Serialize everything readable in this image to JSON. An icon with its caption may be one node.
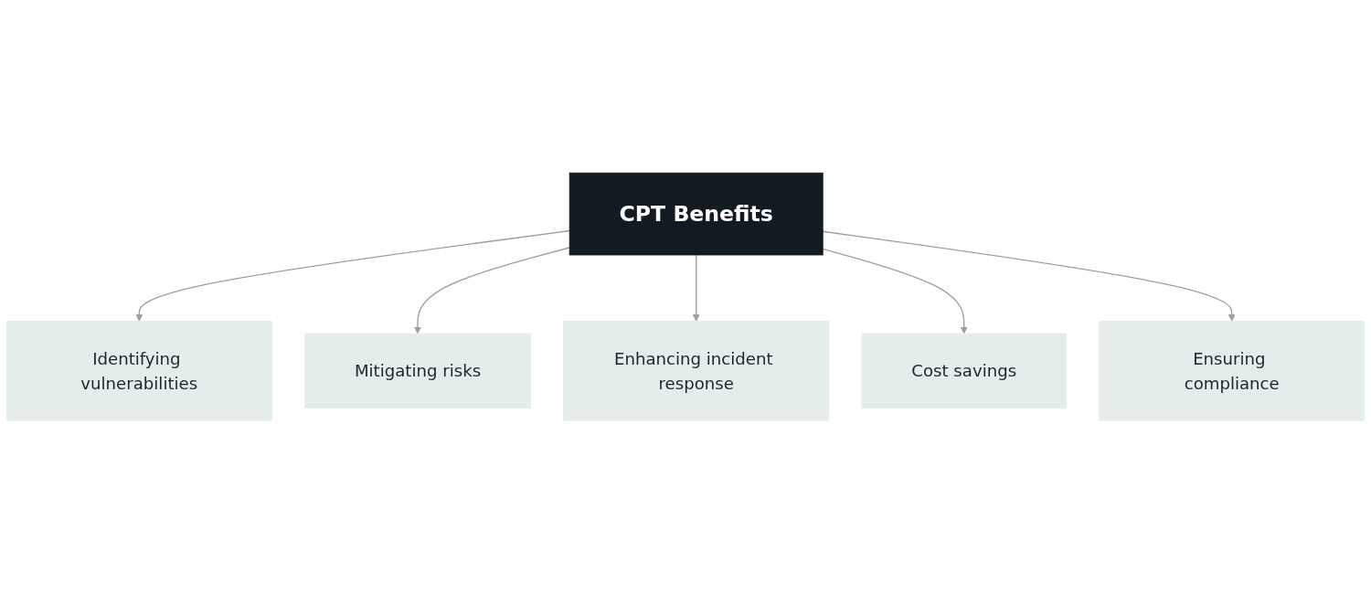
{
  "diagram": {
    "nodes": [
      {
        "text": [
          "CPT Benefits"
        ]
      },
      {
        "text": [
          "Identifying vulnerabilities"
        ]
      },
      {
        "text": [
          "Enhancing incident response"
        ]
      },
      {
        "text": [
          "Ensuring compliance"
        ]
      },
      {
        "text": [
          "Mitigating risks"
        ]
      },
      {
        "text": [
          "Cost savings"
        ]
      }
    ],
    "edges": [
      {
        "from": 0,
        "to": 1,
        "arrow": "to"
      },
      {
        "from": 0,
        "to": 4,
        "arrow": "to"
      },
      {
        "from": 0,
        "to": 2,
        "arrow": "to"
      },
      {
        "from": 0,
        "to": 5,
        "arrow": "to"
      },
      {
        "from": 0,
        "to": 3,
        "arrow": "to"
      }
    ]
  }
}
